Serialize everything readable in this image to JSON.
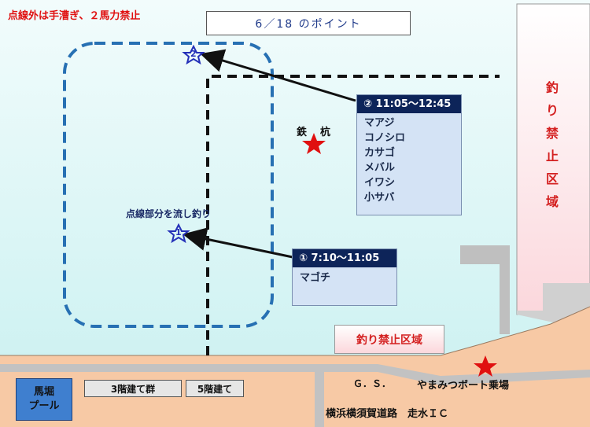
{
  "title": "6／18 のポイント",
  "warning": "点線外は手漕ぎ、２馬力禁止",
  "no_fishing_vertical": [
    "釣",
    "り",
    "禁",
    "止",
    "区",
    "域"
  ],
  "no_fishing_box": "釣り禁止区域",
  "iron_stake_label": [
    "鉄",
    "杭"
  ],
  "drift_label": "点線部分を流し釣り",
  "point1": {
    "marker": "1",
    "header": "①  7:10〜11:05",
    "fish": [
      "マゴチ"
    ]
  },
  "point2": {
    "marker": "2",
    "header": "②  11:05〜12:45",
    "fish": [
      "マアジ",
      "コノシロ",
      "カサゴ",
      "メバル",
      "イワシ",
      "小サバ"
    ]
  },
  "buildings": {
    "pool": "馬堀\nプール",
    "building3": "3階建て群",
    "building5": "5階建て"
  },
  "gs": "Ｇ．Ｓ．",
  "boat_dock": "やまみつボート乗場",
  "road": "横浜横須賀道路　走水ＩＣ",
  "colors": {
    "water": "#d7f7f7",
    "land": "#f7c9a5",
    "road": "#c2c2c2",
    "marker_blue": "#2430b8",
    "star_red": "#e01010",
    "header_navy": "#0d2459",
    "warning_red": "#e01010"
  }
}
